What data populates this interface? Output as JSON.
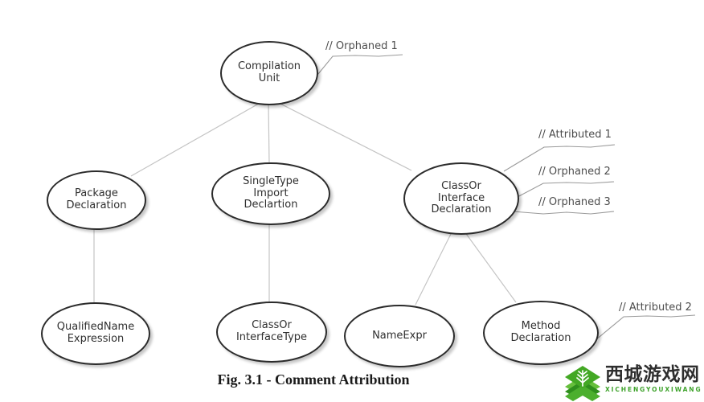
{
  "nodes": [
    {
      "id": "compilation-unit",
      "lines": [
        "Compilation",
        "Unit"
      ]
    },
    {
      "id": "package-declaration",
      "lines": [
        "Package",
        "Declaration"
      ]
    },
    {
      "id": "singletype-import-declartion",
      "lines": [
        "SingleType",
        "Import",
        "Declartion"
      ]
    },
    {
      "id": "classor-interface-declaration",
      "lines": [
        "ClassOr",
        "Interface",
        "Declaration"
      ]
    },
    {
      "id": "qualifiedname-expression",
      "lines": [
        "QualifiedName",
        "Expression"
      ]
    },
    {
      "id": "classor-interfacetype",
      "lines": [
        "ClassOr",
        "InterfaceType"
      ]
    },
    {
      "id": "nameexpr",
      "lines": [
        "NameExpr"
      ]
    },
    {
      "id": "method-declaration",
      "lines": [
        "Method",
        "Declaration"
      ]
    }
  ],
  "annotations": [
    {
      "id": "orphaned-1",
      "label": "// Orphaned 1"
    },
    {
      "id": "attributed-1",
      "label": "// Attributed 1"
    },
    {
      "id": "orphaned-2",
      "label": "// Orphaned 2"
    },
    {
      "id": "orphaned-3",
      "label": "// Orphaned 3"
    },
    {
      "id": "attributed-2",
      "label": "// Attributed 2"
    }
  ],
  "caption": "Fig. 3.1 - Comment Attribution",
  "watermark": {
    "site_name": "西城游戏网",
    "site_name_latin": "XICHENGYOUXIWANG"
  },
  "colors": {
    "node_border": "#2b2b2b",
    "node_text": "#2f2f2f",
    "connector": "#c4c4c4",
    "callout_line": "#9a9a9a",
    "annotation_text": "#4d4d4d",
    "caption_text": "#1a1a1a",
    "watermark_green": "#3fa32c",
    "background": "#ffffff"
  }
}
